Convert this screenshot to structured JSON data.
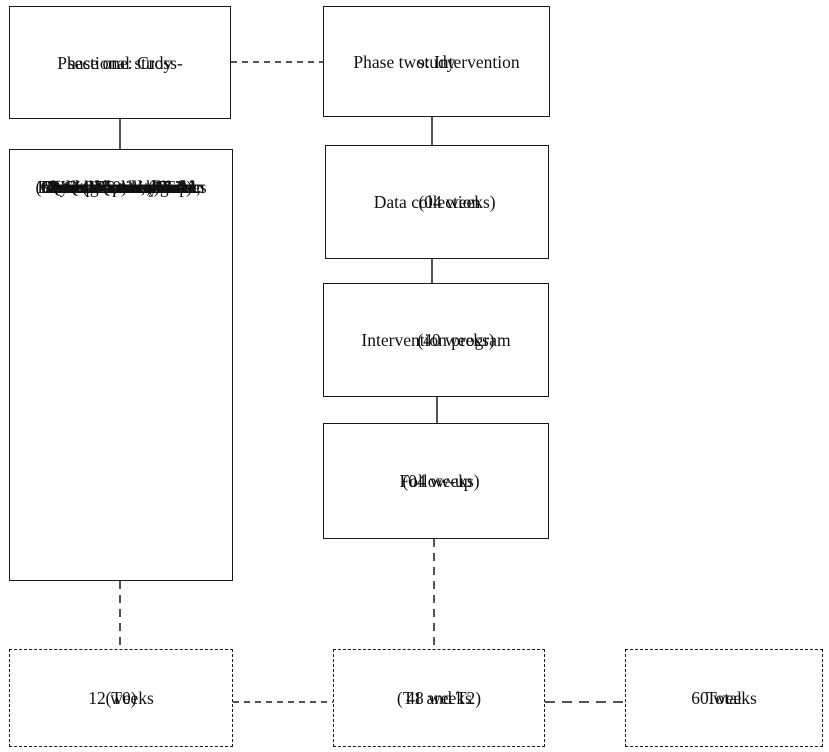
{
  "phase_one": {
    "line1": "Phase one: Cross-",
    "line2": "sectional study"
  },
  "phase_two": {
    "line1": "Phase two: Intervention",
    "line2": "study"
  },
  "baseline": {
    "title": "Baseline data collection",
    "duration": "(12 weeks)",
    "lines": [
      "Parent´s assessment:",
      "Socio-economic",
      "Questionnaire; Child",
      "Health Questionnaire",
      "(CHQ-PF50) and Traces",
      "Autistic Scale (ATA).",
      "Children´s assessment:",
      "Physical activity level;",
      "anthropometric",
      "measurements, aerobic",
      "function; hand grip",
      "strength and blood",
      "sample collection."
    ]
  },
  "data_collection": {
    "title": "Data collection",
    "duration": "(04 weeks)"
  },
  "intervention": {
    "title": "Intervention program",
    "duration": "(40 weeks)"
  },
  "follow_up": {
    "title": "Follow-up",
    "duration": "(04 weeks)"
  },
  "t0": {
    "line1": "12 weeks",
    "line2": "(T0)"
  },
  "t1t2": {
    "line1": "48 weeks",
    "line2": "(T1 and T2)"
  },
  "total": {
    "line1": "Total",
    "line2": "60 weeks"
  },
  "colors": {
    "stroke": "#1a1a1a",
    "background": "#ffffff"
  }
}
